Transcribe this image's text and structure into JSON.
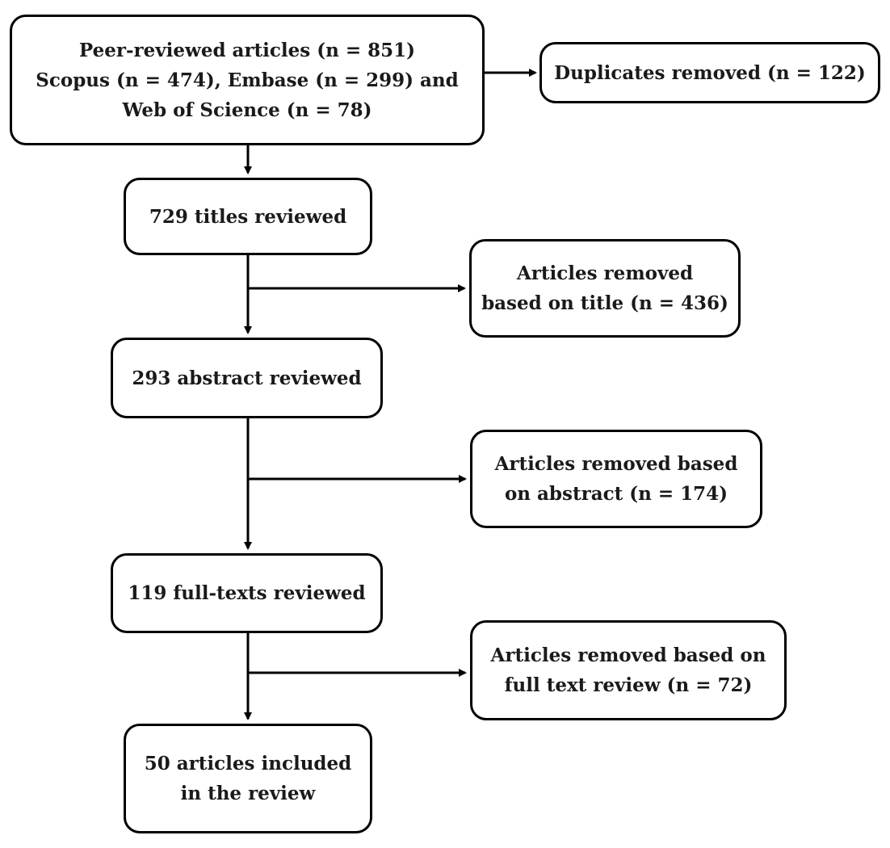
{
  "flowchart": {
    "nodes": {
      "identified": "Peer-reviewed articles (n = 851)\nScopus (n = 474), Embase (n = 299) and\nWeb of Science (n = 78)",
      "duplicates": "Duplicates removed (n = 122)",
      "titles": "729 titles reviewed",
      "removed_title": "Articles removed\nbased on title (n = 436)",
      "abstracts": "293 abstract reviewed",
      "removed_abstract": "Articles removed based\non abstract (n = 174)",
      "fulltexts": "119 full-texts reviewed",
      "removed_fulltext": "Articles removed based on\nfull text review (n = 72)",
      "included": "50 articles included\nin the review"
    },
    "edges": [
      {
        "from": "identified",
        "to": "duplicates"
      },
      {
        "from": "identified",
        "to": "titles"
      },
      {
        "from": "titles",
        "to": "removed_title"
      },
      {
        "from": "titles",
        "to": "abstracts"
      },
      {
        "from": "abstracts",
        "to": "removed_abstract"
      },
      {
        "from": "abstracts",
        "to": "fulltexts"
      },
      {
        "from": "fulltexts",
        "to": "removed_fulltext"
      },
      {
        "from": "fulltexts",
        "to": "included"
      }
    ]
  },
  "colors": {
    "stroke": "#000000",
    "text": "#1a1a1a",
    "background": "#ffffff"
  }
}
